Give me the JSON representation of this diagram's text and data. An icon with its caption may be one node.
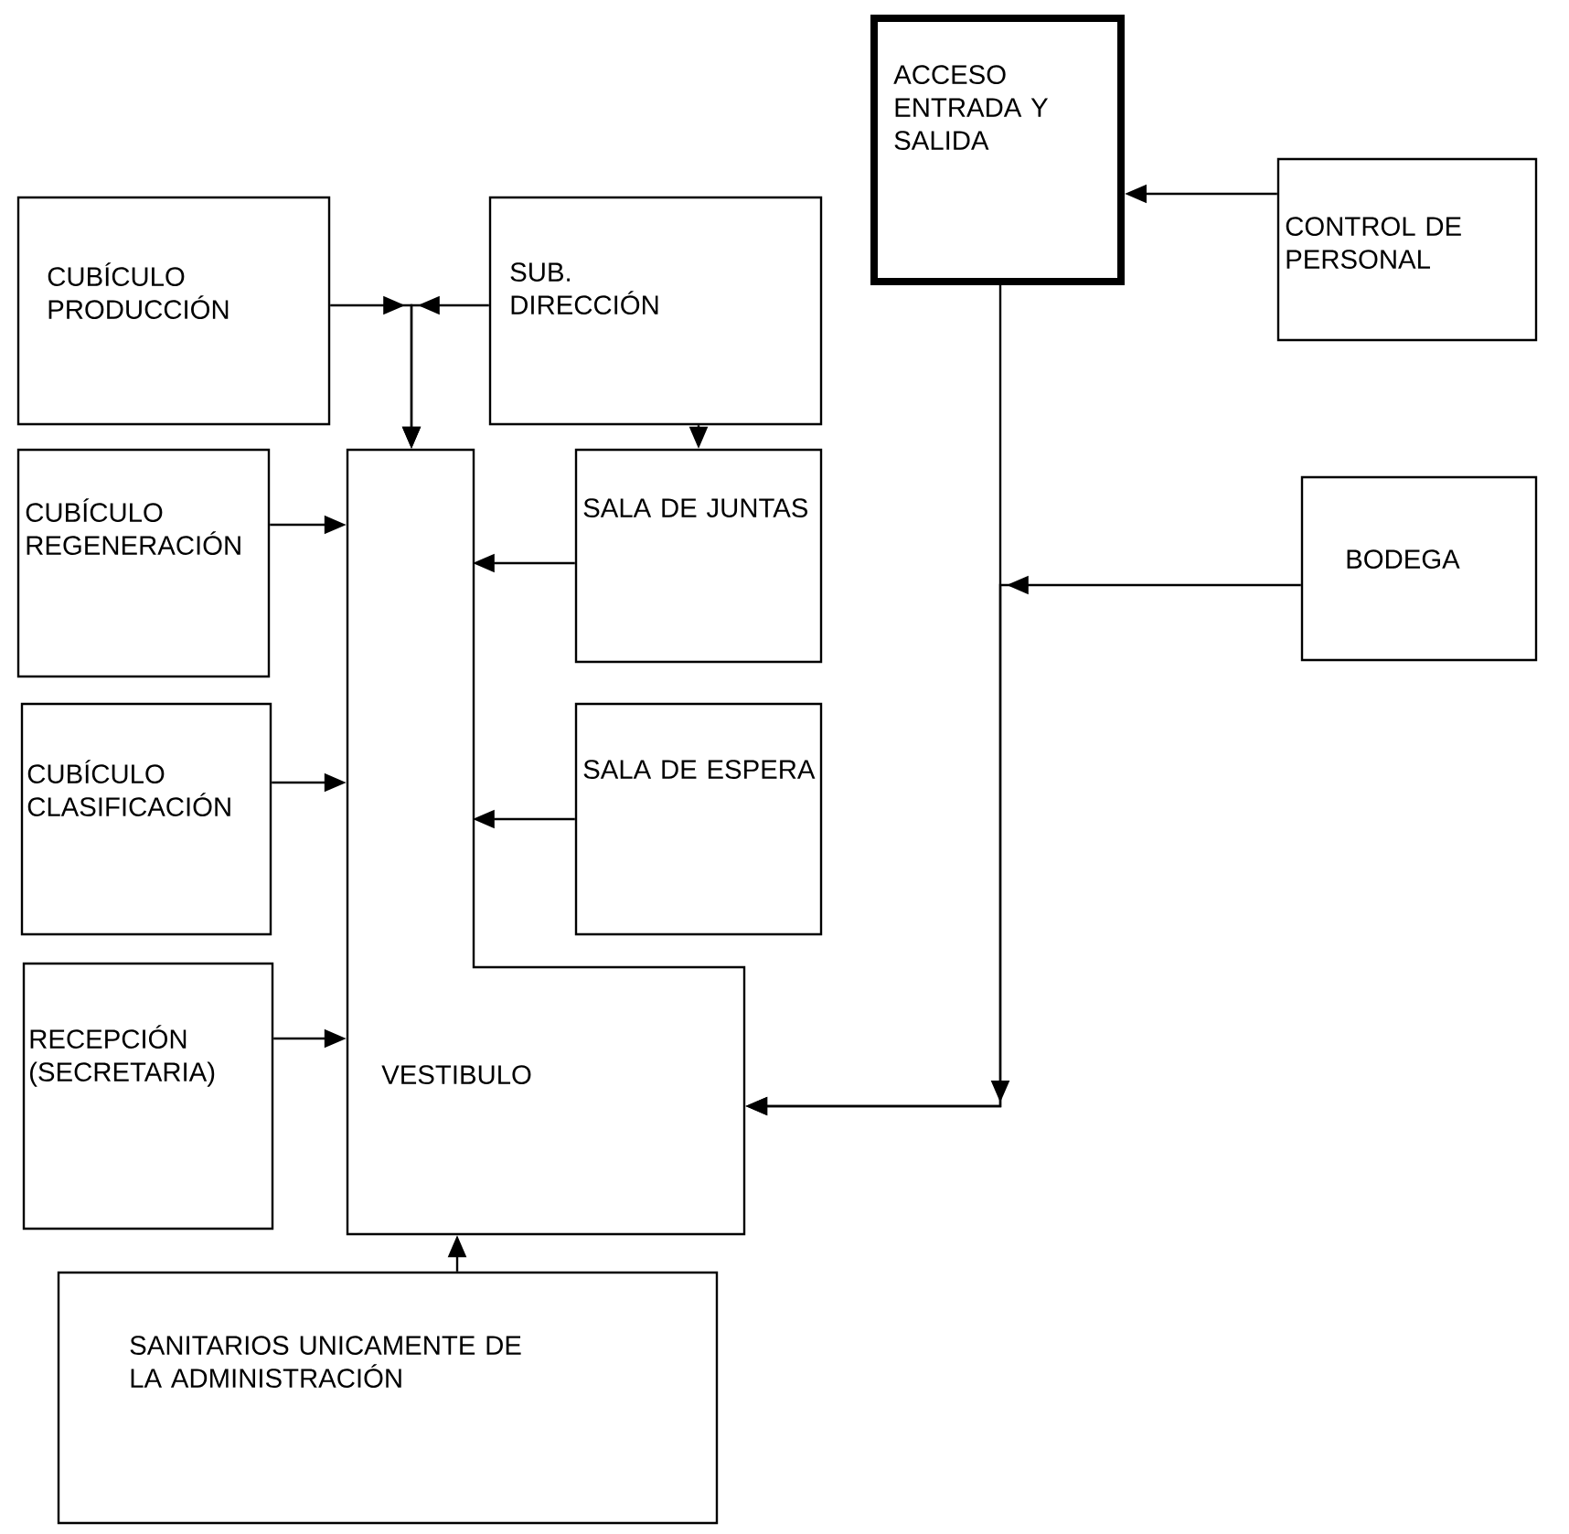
{
  "diagram": {
    "nodes": [
      {
        "text": [
          "ACCESO ENTRADA Y SALIDA"
        ]
      },
      {
        "text": [
          "CUBÍCULO PRODUCCIÓN"
        ]
      },
      {
        "text": [
          "SUB. DIRECCIÓN"
        ]
      },
      {
        "text": [
          "CONTROL DE PERSONAL"
        ]
      },
      {
        "text": [
          "CUBÍCULO REGENERACIÓN"
        ]
      },
      {
        "text": [
          "VESTIBULO"
        ]
      },
      {
        "text": [
          "SALA DE JUNTAS"
        ]
      },
      {
        "text": [
          "CUBÍCULO CLASIFICACIÓN"
        ]
      },
      {
        "text": [
          "SALA DE ESPERA"
        ]
      },
      {
        "text": [
          "BODEGA"
        ]
      },
      {
        "text": [
          "RECEPCIÓN (SECRETARIA)"
        ]
      },
      {
        "text": [
          "SANITARIOS UNICAMENTE DE LA ADMINISTRACIÓN"
        ]
      }
    ],
    "edges": [
      {
        "from": 1,
        "to": 5,
        "arrow": "to"
      },
      {
        "from": 2,
        "to": 5,
        "arrow": "to"
      },
      {
        "from": 2,
        "to": 6,
        "arrow": "to"
      },
      {
        "from": 4,
        "to": 5,
        "arrow": "to"
      },
      {
        "from": 6,
        "to": 5,
        "arrow": "to"
      },
      {
        "from": 7,
        "to": 5,
        "arrow": "to"
      },
      {
        "from": 8,
        "to": 5,
        "arrow": "to"
      },
      {
        "from": 10,
        "to": 5,
        "arrow": "to"
      },
      {
        "from": 11,
        "to": 5,
        "arrow": "to"
      },
      {
        "from": 3,
        "to": 0,
        "arrow": "to"
      },
      {
        "from": 0,
        "to": 5,
        "arrow": "to"
      },
      {
        "from": 9,
        "to": 5,
        "arrow": "to"
      }
    ]
  }
}
